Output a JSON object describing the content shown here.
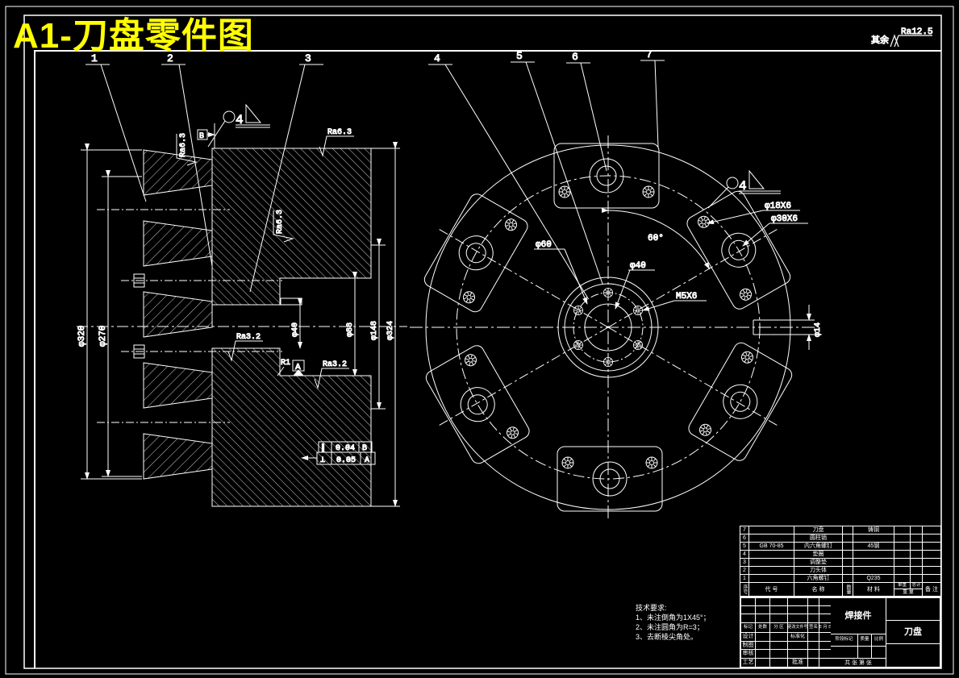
{
  "colors": {
    "background": "#000000",
    "line": "#ffffff",
    "title": "#ffff00"
  },
  "title": "A1-刀盘零件图",
  "general_roughness": {
    "prefix": "其余",
    "value": "Ra12.5"
  },
  "section_view": {
    "balloons": [
      "1",
      "2",
      "3"
    ],
    "taper_callout": "4",
    "datum_top": "B",
    "dims": {
      "d320": "φ320",
      "d270": "φ270",
      "d40": "φ40",
      "d88": "φ88",
      "d148": "φ148",
      "d324": "φ324"
    },
    "roughness": {
      "r1": "Ra6.3",
      "r2": "Ra6.3",
      "r3": "Ra6.3",
      "r4": "Ra3.2",
      "r5": "Ra3.2"
    },
    "fillet": "R1",
    "datum": "A",
    "tolerances": [
      {
        "symbol": "∥",
        "value": "0.04",
        "datum": "B"
      },
      {
        "symbol": "⊥",
        "value": "0.05",
        "datum": "A"
      }
    ]
  },
  "front_view": {
    "balloons": [
      "4",
      "5",
      "6",
      "7"
    ],
    "taper_callout": "4",
    "labels": {
      "bolt_circle": "φ60",
      "bore": "φ40",
      "thread": "M5X6",
      "angle": "60°",
      "hole1": "φ18X6",
      "hole2": "φ30X6",
      "keyway": "φ14"
    }
  },
  "tech_notes": {
    "title": "技术要求:",
    "line1": "1、未注倒角为1X45°；",
    "line2": "2、未注圆角为R=3；",
    "line3": "3、去断棱尖角处。"
  },
  "bom": {
    "headers": {
      "seq": "序号",
      "code": "代 号",
      "name": "名 称",
      "qty": "数量",
      "material": "材 料",
      "wu": "单重",
      "wt": "总计",
      "weight": "重 量",
      "remark": "备 注"
    },
    "rows": [
      {
        "seq": "7",
        "code": "",
        "name": "刀盘",
        "qty": "",
        "material": "铸钢",
        "wu": "",
        "wt": "",
        "rk": ""
      },
      {
        "seq": "6",
        "code": "",
        "name": "圆柱销",
        "qty": "",
        "material": "",
        "wu": "",
        "wt": "",
        "rk": ""
      },
      {
        "seq": "5",
        "code": "GB 70-85",
        "name": "内六角螺钉",
        "qty": "",
        "material": "45钢",
        "wu": "",
        "wt": "",
        "rk": ""
      },
      {
        "seq": "4",
        "code": "",
        "name": "垫圈",
        "qty": "",
        "material": "",
        "wu": "",
        "wt": "",
        "rk": ""
      },
      {
        "seq": "3",
        "code": "",
        "name": "调整垫",
        "qty": "",
        "material": "",
        "wu": "",
        "wt": "",
        "rk": ""
      },
      {
        "seq": "2",
        "code": "",
        "name": "刀头体",
        "qty": "",
        "material": "",
        "wu": "",
        "wt": "",
        "rk": ""
      },
      {
        "seq": "1",
        "code": "",
        "name": "六角螺钉",
        "qty": "",
        "material": "Q235",
        "wu": "",
        "wt": "",
        "rk": ""
      }
    ]
  },
  "title_block": {
    "revision_headers": [
      "标记",
      "处数",
      "分 区",
      "更改文件号",
      "签名",
      "年 月 日"
    ],
    "roles": [
      "设计",
      "制图",
      "审核",
      "工艺"
    ],
    "standardization": "标准化",
    "approve": "批准",
    "stage": "阶段标记",
    "weight": "质量",
    "scale": "比例",
    "sheet": "共 张 第 张",
    "type": "焊接件",
    "part_name": "刀盘"
  }
}
